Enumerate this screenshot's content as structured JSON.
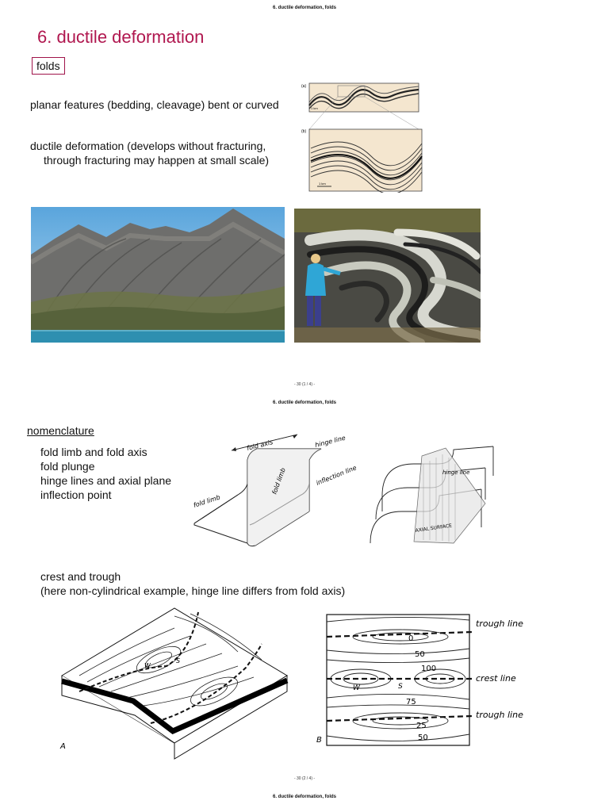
{
  "page1": {
    "running_header": "6. ductile deformation, folds",
    "title": "6.  ductile deformation",
    "section_box": "folds",
    "para1": "planar features (bedding, cleavage) bent or curved",
    "para2_line1": "ductile deformation (develops without fracturing,",
    "para2_line2": "through fracturing may happen at small scale)",
    "figure_labels": {
      "a": "(a)",
      "b": "(b)",
      "scale_a": "1 km",
      "scale_b": "1 km"
    },
    "page_number": "- 30 (1 / 4) -"
  },
  "page2": {
    "running_header": "6. ductile deformation, folds",
    "nomenclature": "nomenclature",
    "list": [
      "fold limb and fold axis",
      "fold plunge",
      "hinge lines and axial plane",
      "inflection point"
    ],
    "crest_line1": "crest and trough",
    "crest_line2": "(here non-cylindrical example, hinge line differs from fold axis)",
    "diagram_labels": {
      "fold_axis": "fold axis",
      "hinge_line": "hinge line",
      "fold_limb_left": "fold limb",
      "fold_limb_mid": "fold limb",
      "inflection_line": "inflection line",
      "hinge_line_2": "hinge line",
      "axial_surface": "AXIAL SURFACE"
    },
    "block_labels": {
      "A": "A",
      "W": "W",
      "S": "S"
    },
    "map_labels": {
      "trough_top": "trough line",
      "crest": "crest line",
      "trough_bottom": "trough line",
      "B": "B",
      "c0": "0",
      "c50a": "50",
      "c100": "100",
      "c75": "75",
      "c25": "25",
      "c50b": "50",
      "W": "W",
      "S": "S"
    },
    "page_number": "- 30 (2 / 4) -"
  },
  "page3": {
    "running_header": "6. ductile deformation, folds"
  },
  "colors": {
    "title": "#b0174f",
    "sea": "#2e8fb0",
    "sky": "#6fb4e0",
    "jacket": "#2fa6d6"
  }
}
